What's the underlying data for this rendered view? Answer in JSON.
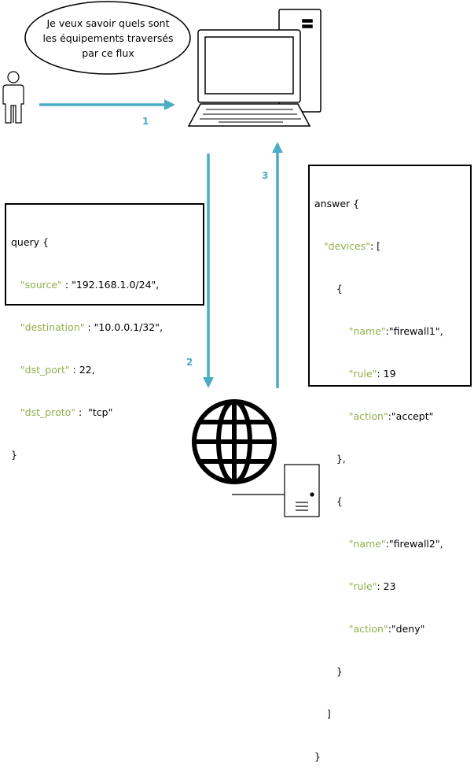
{
  "colors": {
    "arrow": "#4bacc6",
    "step_number": "#4bacc6",
    "json_key": "#8fb04a",
    "stroke": "#000000"
  },
  "icons": {
    "user": "person-icon",
    "computer": "desktop-computer-icon",
    "internet": "globe-icon",
    "server": "server-icon"
  },
  "speech_bubble": {
    "lines": [
      "Je veux savoir quels sont",
      "les équipements traversés",
      "par ce flux"
    ]
  },
  "steps": {
    "one": "1",
    "two": "2",
    "three": "3"
  },
  "query_box": {
    "header": "query {",
    "fields": [
      {
        "key": "\"source\"",
        "sep": " : ",
        "value": "\"192.168.1.0/24\","
      },
      {
        "key": "\"destination\"",
        "sep": " : ",
        "value": "\"10.0.0.1/32\","
      },
      {
        "key": "\"dst_port\"",
        "sep": " : ",
        "value": "22,"
      },
      {
        "key": "\"dst_proto\"",
        "sep": " :  ",
        "value": "\"tcp\""
      }
    ],
    "footer": "}"
  },
  "answer_box": {
    "header": "answer {",
    "devices_key": "\"devices\"",
    "devices_open": ": [",
    "devices": [
      {
        "name_key": "\"name\"",
        "name_value": ":\"firewall1\",",
        "rule_key": "\"rule\"",
        "rule_value": ": 19",
        "action_key": "\"action\"",
        "action_value": ":\"accept\"",
        "close": "},"
      },
      {
        "name_key": "\"name\"",
        "name_value": ":\"firewall2\",",
        "rule_key": "\"rule\"",
        "rule_value": ": 23",
        "action_key": "\"action\"",
        "action_value": ":\"deny\"",
        "close": "}"
      }
    ],
    "devices_close": "]",
    "footer": "}"
  }
}
